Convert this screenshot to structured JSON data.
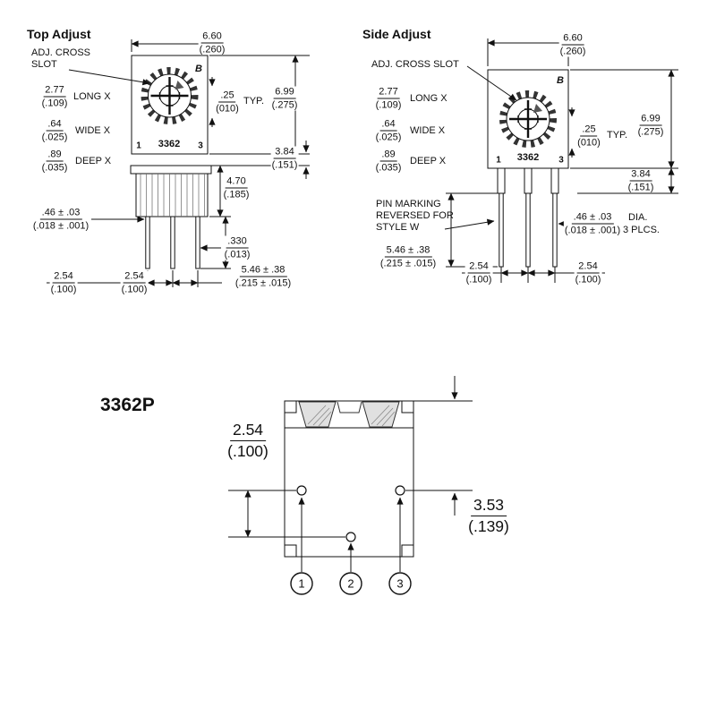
{
  "drawing": {
    "top_adjust": {
      "title": "Top Adjust",
      "adj_cross_slot": "ADJ. CROSS\nSLOT",
      "body": {
        "model": "3362",
        "pin1": "1",
        "pin3": "3",
        "logo": "B"
      },
      "dims": {
        "width": {
          "mm": "6.60",
          "in": "(.260)"
        },
        "long_x": {
          "mm": "2.77",
          "in": "(.109)",
          "label": "LONG X"
        },
        "wide_x": {
          "mm": ".64",
          "in": "(.025)",
          "label": "WIDE X"
        },
        "deep_x": {
          "mm": ".89",
          "in": "(.035)",
          "label": "DEEP X"
        },
        "slot_typ": {
          "mm": ".25",
          "in": "(010)",
          "label": "TYP."
        },
        "height": {
          "mm": "6.99",
          "in": "(.275)"
        },
        "standoff": {
          "mm": "3.84",
          "in": "(.151)"
        },
        "body_depth": {
          "mm": "4.70",
          "in": "(.185)"
        },
        "pin_width": {
          "mm": ".46 ± .03",
          "in": "(.018 ± .001)"
        },
        "pin_thick": {
          "mm": ".330",
          "in": "(.013)"
        },
        "pitch_a": {
          "mm": "2.54",
          "in": "(.100)"
        },
        "pitch_b": {
          "mm": "2.54",
          "in": "(.100)"
        },
        "pin_length": {
          "mm": "5.46 ± .38",
          "in": "(.215 ± .015)"
        }
      }
    },
    "side_adjust": {
      "title": "Side Adjust",
      "adj_cross_slot": "ADJ. CROSS SLOT",
      "pin_marking_note": "PIN MARKING\nREVERSED FOR\nSTYLE W",
      "body": {
        "model": "3362",
        "pin1": "1",
        "pin3": "3",
        "logo": "B"
      },
      "dims": {
        "width": {
          "mm": "6.60",
          "in": "(.260)"
        },
        "long_x": {
          "mm": "2.77",
          "in": "(.109)",
          "label": "LONG X"
        },
        "wide_x": {
          "mm": ".64",
          "in": "(.025)",
          "label": "WIDE X"
        },
        "deep_x": {
          "mm": ".89",
          "in": "(.035)",
          "label": "DEEP X"
        },
        "slot_typ": {
          "mm": ".25",
          "in": "(010)",
          "label": "TYP."
        },
        "height": {
          "mm": "6.99",
          "in": "(.275)"
        },
        "standoff": {
          "mm": "3.84",
          "in": "(.151)"
        },
        "pin_dia": {
          "mm": ".46 ± .03",
          "in": "(.018 ± .001)",
          "label1": "DIA.",
          "label2": "3 PLCS."
        },
        "pin_length": {
          "mm": "5.46 ± .38",
          "in": "(.215 ± .015)"
        },
        "pitch_a": {
          "mm": "2.54",
          "in": "(.100)"
        },
        "pitch_b": {
          "mm": "2.54",
          "in": "(.100)"
        }
      }
    },
    "bottom_view": {
      "title": "3362P",
      "dims": {
        "row_pitch": {
          "mm": "2.54",
          "in": "(.100)"
        },
        "pin_offset": {
          "mm": "3.53",
          "in": "(.139)"
        }
      },
      "pins": [
        "1",
        "2",
        "3"
      ]
    }
  }
}
